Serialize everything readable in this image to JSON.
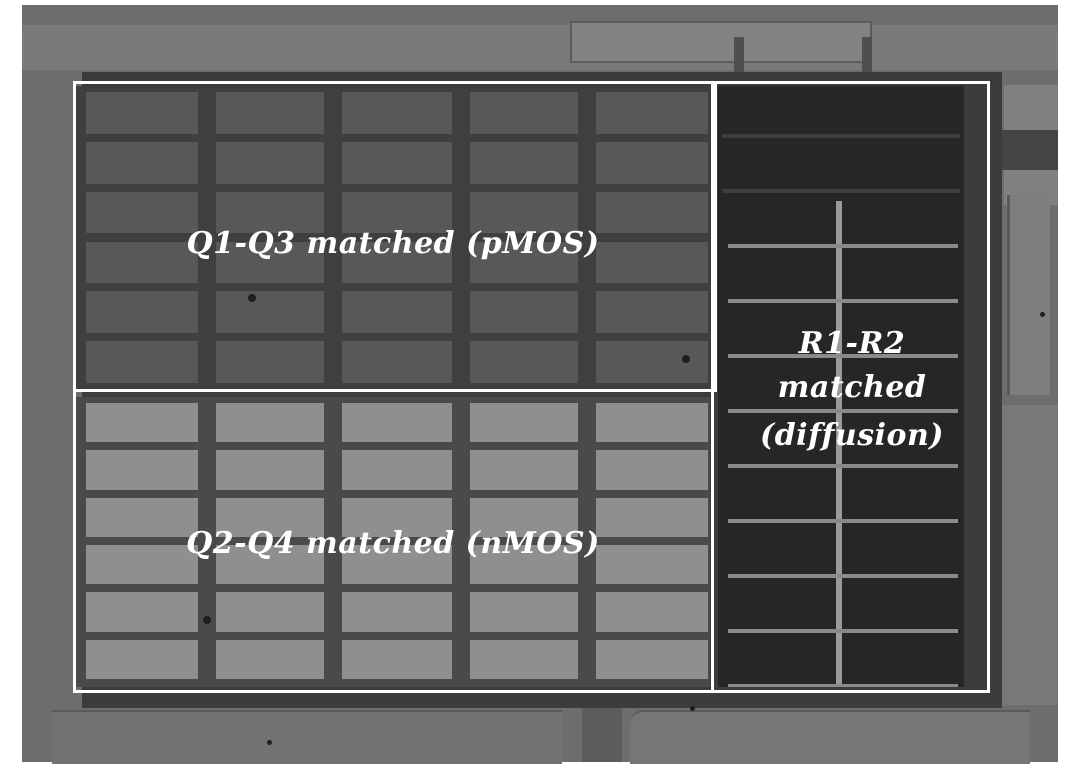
{
  "image": {
    "width": 1068,
    "height": 769,
    "background": "#6d6d6d"
  },
  "regions": [
    {
      "id": "pmos",
      "label": "Q1-Q3 matched (pMOS)",
      "tone": "#585858",
      "rows": 6,
      "cols": 5
    },
    {
      "id": "nmos",
      "label": "Q2-Q4 matched (nMOS)",
      "tone": "#8f8f8f",
      "rows": 6,
      "cols": 5
    },
    {
      "id": "resistor",
      "label_lines": [
        "R1-R2",
        "matched",
        "(diffusion)"
      ],
      "tone": "#262626"
    }
  ],
  "labels": {
    "pmos": "Q1-Q3 matched (pMOS)",
    "nmos": "Q2-Q4 matched (nMOS)",
    "res_line1": "R1-R2",
    "res_line2": "matched",
    "res_line3": "(diffusion)"
  },
  "colors": {
    "outline": "#ffffff",
    "label_text": "#ffffff"
  }
}
